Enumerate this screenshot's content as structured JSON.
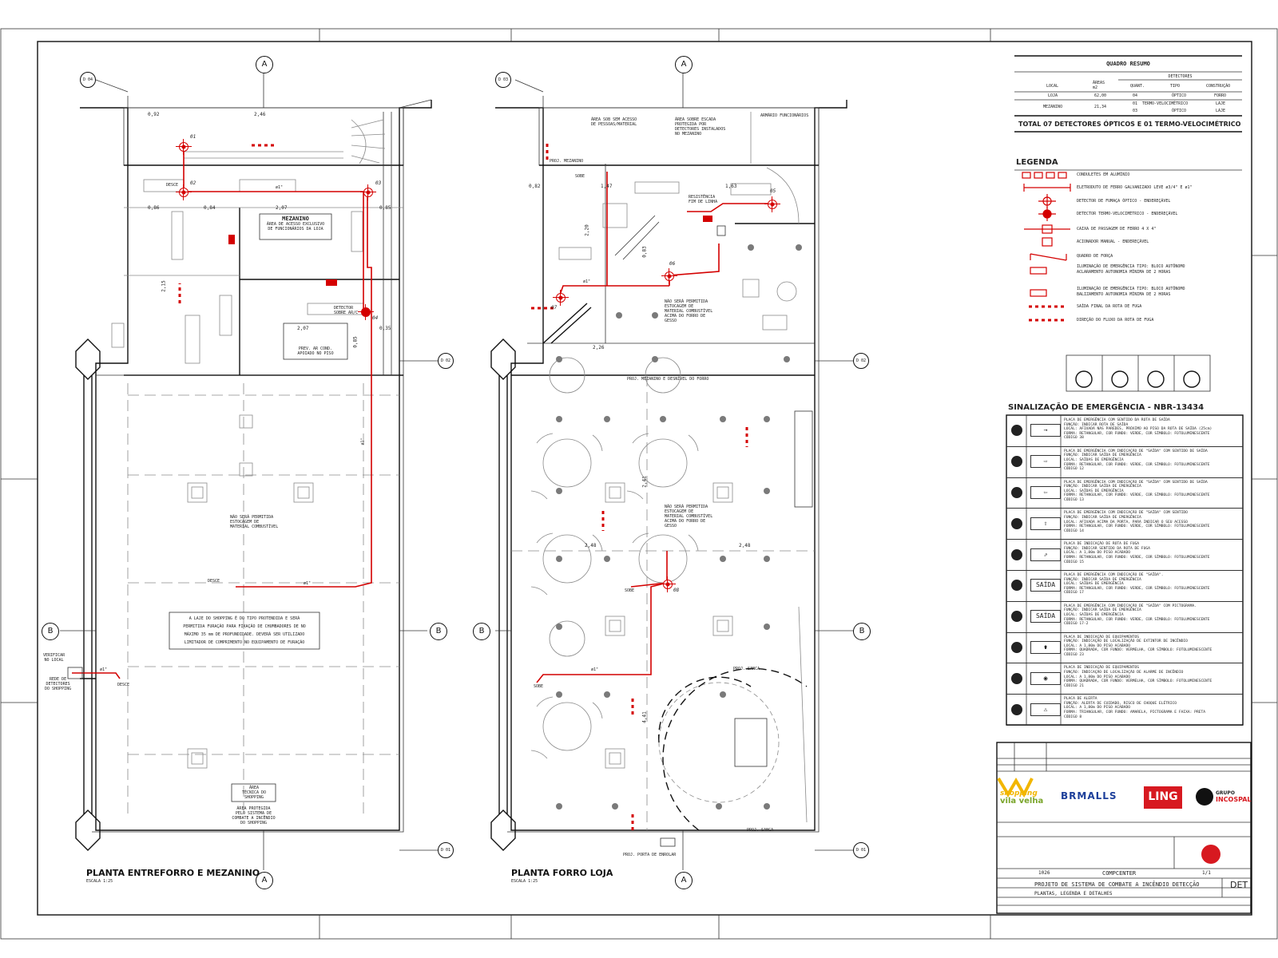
{
  "plans": {
    "left": {
      "title": "PLANTA ENTREFORRO E MEZANINO",
      "scale": "ESCALA 1:25",
      "notes": {
        "mezanino_title": "MEZANINO",
        "mezanino_1": "ÁREA DE ACESSO EXCLUSIVO",
        "mezanino_2": "DE FUNCIONÁRIOS DA LOJA",
        "prev_1": "PREV. AR COND.",
        "prev_2": "APOIADO NO PISO",
        "detector_1": "DETECTOR",
        "detector_2": "SOBRE AR/C",
        "nao_1": "NÃO SERÁ PERMITIDA",
        "nao_2": "ESTOCAGEM DE",
        "nao_3": "MATERIAL COMBUSTÍVEL",
        "laje_1": "A LAJE DO SHOPPING É DO TIPO PROTENDIDA E SERÁ",
        "laje_2": "PERMITIDA FURAÇÃO PARA FIXAÇÃO DE CHUMBADORES DE NO",
        "laje_3": "MÁXIMO 35 mm DE PROFUNDIDADE. DEVERÁ SER UTILIZADO",
        "laje_4": "LIMITADOR DE COMPRIMENTO NO EQUIPAMENTO DE FURAÇÃO",
        "area_tec_1": "ÁREA",
        "area_tec_2": "TÉCNICA DO",
        "area_tec_3": "SHOPPING",
        "area_prot_1": "ÁREA PROTEGIDA",
        "area_prot_2": "PELO SISTEMA DE",
        "area_prot_3": "COMBATE A INCÊNDIO",
        "area_prot_4": "DO SHOPPING",
        "verificar_1": "VERIFICAR",
        "verificar_2": "NO LOCAL",
        "rede_1": "REDE DE",
        "rede_2": "DETECTORES",
        "rede_3": "DO SHOPPING",
        "desce": "DESCE",
        "conduit": "ø1\""
      },
      "dims": [
        "0,92",
        "2,46",
        "2,07",
        "0,86",
        "0,84",
        "0,85",
        "2,07",
        "2,15",
        "0,85",
        "0,35"
      ],
      "detectors": [
        "01",
        "02",
        "03",
        "04"
      ]
    },
    "right": {
      "title": "PLANTA FORRO LOJA",
      "scale": "ESCALA 1:25",
      "notes": {
        "area_sob_1": "ÁREA SOB SEM ACESSO",
        "area_sob_2": "DE PESSOAS/MATERIAL",
        "area_esc_1": "ÁREA SOBRE ESCADA",
        "area_esc_2": "PROTEGIDA POR",
        "area_esc_3": "DETECTORES INSTALADOS",
        "area_esc_4": "NO MEZANINO",
        "armario": "ARMÁRIO FUNCIONÁRIOS",
        "resistencia_1": "RESISTÊNCIA",
        "resistencia_2": "FIM DE LINHA",
        "proj_mezanino": "PROJ. MEZANINO",
        "sobe": "SOBE",
        "nao_1": "NÃO SERÁ PERMITIDA",
        "nao_2": "ESTOCAGEM DE",
        "nao_3": "MATERIAL COMBUSTÍVEL",
        "nao_4": "ACIMA DO FORRO DE",
        "nao_5": "GESSO",
        "proj_desnivel": "PROJ. MEZANINO E DESNÍVEL DO FORRO",
        "proj_sanca": "PROJ. SANCA",
        "proj_porta": "PROJ. PORTA DE ENROLAR",
        "conduit": "ø1\""
      },
      "dims": [
        "0,82",
        "1,47",
        "1,63",
        "2,20",
        "0,83",
        "2,26",
        "2,41",
        "2,48",
        "2,48",
        "4,41"
      ],
      "detectors": [
        "05",
        "06",
        "07",
        "08"
      ]
    }
  },
  "axis_labels": {
    "a": "A",
    "b": "B",
    "d02": "D 02",
    "d01": "D 01",
    "d04": "D 04",
    "d03": "D 03"
  },
  "summary": {
    "title": "QUADRO RESUMO",
    "group_header": "DETECTORES",
    "headers": [
      "LOCAL",
      "ÁREAS m2",
      "QUANT.",
      "TIPO",
      "CONSTRUÇÃO"
    ],
    "rows": [
      [
        "LOJA",
        "62,00",
        "04",
        "ÓPTICO",
        "FORRO"
      ],
      [
        "MEZANINO",
        "21,34",
        "01",
        "TERMO-VELOCIMÉTRICO",
        "LAJE"
      ],
      [
        "",
        "",
        "03",
        "ÓPTICO",
        "LAJE"
      ]
    ],
    "total": "TOTAL 07 DETECTORES ÓPTICOS E 01 TERMO-VELOCIMÉTRICO"
  },
  "legend": {
    "title": "LEGENDA",
    "items": [
      "CONDULETES EM ALUMÍNIO",
      "ELETRODUTO DE FERRO GALVANIZADO LEVE ø3/4\" E ø1\"",
      "DETECTOR DE FUMAÇA ÓPTICO - ENDEREÇÁVEL",
      "DETECTOR TERMO-VELOCIMÉTRICO - ENDEREÇÁVEL",
      "CAIXA DE PASSAGEM DE FERRO 4 X 4\"",
      "ACIONADOR MANUAL - ENDEREÇÁVEL",
      "QUADRO DE FORÇA",
      "ILUMINAÇÃO DE EMERGÊNCIA TIPO: BLOCO AUTÔNOMO ACLARAMENTO AUTONOMIA MÍNIMA DE 2 HORAS",
      "ILUMINAÇÃO DE EMERGÊNCIA TIPO: BLOCO AUTÔNOMO BALIZAMENTO AUTONOMIA MÍNIMA DE 2 HORAS",
      "SAÍDA FINAL DA ROTA DE FUGA",
      "DIREÇÃO DO FLUXO DA ROTA DE FUGA"
    ]
  },
  "signage": {
    "title": "SINALIZAÇÃO DE EMERGÊNCIA - NBR-13434",
    "rows": [
      {
        "title": "PLACA DE EMERGÊNCIA COM SENTIDO DA ROTA DE SAÍDA",
        "l2": "FUNÇÃO: INDICAR ROTA DE SAÍDA",
        "l3": "LOCAL: AFIXADA NAS PAREDES, PRÓXIMO AO PISO DA ROTA DE SAÍDA (25cm)",
        "l4": "FORMA: RETANGULAR, COR FUNDO: VERDE, COR SÍMBOLO: FOTOLUMINESCENTE",
        "code": "CÓDIGO 38",
        "sym": "→"
      },
      {
        "title": "PLACA DE EMERGÊNCIA COM INDICAÇÃO DE \"SAÍDA\" COM SENTIDO DE SAÍDA",
        "l2": "FUNÇÃO: INDICAR SAÍDA DE EMERGÊNCIA",
        "l3": "LOCAL: SAÍDAS DE EMERGÊNCIA",
        "l4": "FORMA: RETANGULAR, COR FUNDO: VERDE, COR SÍMBOLO: FOTOLUMINESCENTE",
        "code": "CÓDIGO 12",
        "sym": "⇨"
      },
      {
        "title": "PLACA DE EMERGÊNCIA COM INDICAÇÃO DE \"SAÍDA\" COM SENTIDO DE SAÍDA",
        "l2": "FUNÇÃO: INDICAR SAÍDA DE EMERGÊNCIA",
        "l3": "LOCAL: SAÍDAS DE EMERGÊNCIA",
        "l4": "FORMA: RETANGULAR, COR FUNDO: VERDE, COR SÍMBOLO: FOTOLUMINESCENTE",
        "code": "CÓDIGO 13",
        "sym": "⇦"
      },
      {
        "title": "PLACA DE EMERGÊNCIA COM INDICAÇÃO DE \"SAÍDA\" COM SENTIDO",
        "l2": "FUNÇÃO: INDICAR SAÍDA DE EMERGÊNCIA",
        "l3": "LOCAL: AFIXADA ACIMA DA PORTA, PARA INDICAR O SEU ACESSO",
        "l4": "FORMA: RETANGULAR, COR FUNDO: VERDE, COR SÍMBOLO: FOTOLUMINESCENTE",
        "code": "CÓDIGO 14",
        "sym": "⇧"
      },
      {
        "title": "PLACA DE INDICAÇÃO DE ROTA DE FUGA",
        "l2": "FUNÇÃO: INDICAR SENTIDO DA ROTA DE FUGA",
        "l3": "LOCAL: A 1,80m DO PISO ACABADO",
        "l4": "FORMA: RETANGULAR, COR FUNDO: VERDE, COR SÍMBOLO: FOTOLUMINESCENTE",
        "code": "CÓDIGO 15",
        "sym": "⇗"
      },
      {
        "title": "PLACA DE EMERGÊNCIA COM INDICAÇÃO DE \"SAÍDA\".",
        "l2": "FUNÇÃO: INDICAR SAÍDA DE EMERGÊNCIA",
        "l3": "LOCAL: SAÍDAS DE EMERGÊNCIA",
        "l4": "FORMA: RETANGULAR, COR FUNDO: VERDE, COR SÍMBOLO: FOTOLUMINESCENTE",
        "code": "CÓDIGO 17",
        "sym": "SAÍDA"
      },
      {
        "title": "PLACA DE EMERGÊNCIA COM INDICAÇÃO DE \"SAÍDA\" COM PICTOGRAMA.",
        "l2": "FUNÇÃO: INDICAR SAÍDA DE EMERGÊNCIA",
        "l3": "LOCAL: SAÍDAS DE EMERGÊNCIA",
        "l4": "FORMA: RETANGULAR, COR FUNDO: VERDE, COR SÍMBOLO: FOTOLUMINESCENTE",
        "code": "CÓDIGO 17-2",
        "sym": "SAÍDA"
      },
      {
        "title": "PLACA DE INDICAÇÃO DE EQUIPAMENTOS",
        "l2": "FUNÇÃO: INDICAÇÃO DE LOCALIZAÇÃO DE EXTINTOR DE INCÊNDIO",
        "l3": "LOCAL: A 1,80m DO PISO ACABADO",
        "l4": "FORMA: QUADRADA, COR FUNDO: VERMELHA, COR SÍMBOLO: FOTOLUMINESCENTE",
        "code": "CÓDIGO 23",
        "sym": "⚱"
      },
      {
        "title": "PLACA DE INDICAÇÃO DE EQUIPAMENTOS",
        "l2": "FUNÇÃO: INDICAÇÃO DE LOCALIZAÇÃO DE ALARME DE INCÊNDIO",
        "l3": "LOCAL: A 1,80m DO PISO ACABADO",
        "l4": "FORMA: QUADRADA, COR FUNDO: VERMELHA, COR SÍMBOLO: FOTOLUMINESCENTE",
        "code": "CÓDIGO 21",
        "sym": "◉"
      },
      {
        "title": "PLACA DE ALERTA",
        "l2": "FUNÇÃO: ALERTA DE CUIDADO, RISCO DE CHOQUE ELÉTRICO",
        "l3": "LOCAL: A 1,80m DO PISO ACABADO",
        "l4": "FORMA: TRIANGULAR, COR FUNDO: AMARELA, PICTOGRAMA E FAIXA: PRETA",
        "code": "CÓDIGO 8",
        "sym": "⚠"
      }
    ]
  },
  "title_block": {
    "logo_shopping_1": "shopping",
    "logo_shopping_2": "vila velha",
    "logo_brmalls": "BRMALLS",
    "logo_ling": "LING",
    "logo_grupo_1": "GRUPO",
    "logo_grupo_2": "INCOSPAL",
    "job_no": "1026",
    "client": "COMPCENTER",
    "sheet": "1/1",
    "project": "PROJETO DE SISTEMA DE COMBATE A INCÊNDIO DETECÇÃO",
    "drawing": "PLANTAS, LEGENDA E DETALHES",
    "code": "DET"
  },
  "colors": {
    "red": "#d40000",
    "line": "#111111",
    "grey": "#8a8a8a",
    "logo_blue": "#1d3f9a",
    "logo_red": "#d71920",
    "logo_yellow": "#f2b600",
    "logo_green": "#7aa52b"
  }
}
